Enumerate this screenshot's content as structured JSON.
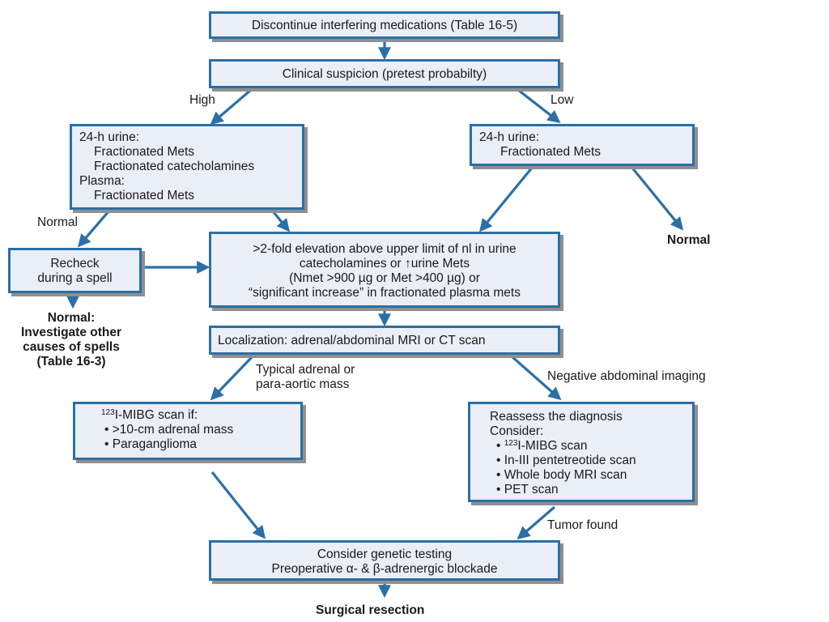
{
  "boxes": {
    "discontinue": {
      "text": "Discontinue interfering medications (Table 16-5)"
    },
    "clinical": {
      "text": "Clinical suspicion (pretest probabilty)"
    },
    "high_tests": {
      "lines": [
        "24-h urine:",
        "Fractionated Mets",
        "Fractionated catecholamines",
        "Plasma:",
        "Fractionated Mets"
      ]
    },
    "low_tests": {
      "lines": [
        "24-h urine:",
        "Fractionated Mets"
      ]
    },
    "recheck": {
      "lines": [
        "Recheck",
        "during a spell"
      ]
    },
    "elevation": {
      "lines": [
        ">2-fold elevation above upper limit of nl in urine",
        "catecholamines or ↑urine Mets",
        "(Nmet >900 µg or Met >400 µg) or",
        "“significant increase” in fractionated plasma mets"
      ]
    },
    "localization": {
      "text": "Localization: adrenal/abdominal MRI or CT scan"
    },
    "mibg": {
      "sup": "123",
      "title_rest": "I-MIBG scan if:",
      "items": [
        "• >10-cm adrenal mass",
        "• Paraganglioma"
      ]
    },
    "reassess": {
      "lines": [
        "Reassess the diagnosis",
        "Consider:"
      ],
      "item1_prefix": "• ",
      "item1_sup": "123",
      "item1_rest": "I-MIBG scan",
      "items": [
        "• In-III pentetreotide scan",
        "• Whole body MRI scan",
        "• PET scan"
      ]
    },
    "genetic": {
      "lines": [
        "Consider genetic testing",
        "Preoperative α- & β-adrenergic blockade"
      ]
    }
  },
  "labels": {
    "high": "High",
    "low": "Low",
    "normal_left": "Normal",
    "normal_right": "Normal",
    "normal_investigate": [
      "Normal:",
      "Investigate other",
      "causes of spells",
      "(Table 16-3)"
    ],
    "typical_mass": [
      "Typical adrenal or",
      "para-aortic mass"
    ],
    "negative_imaging": "Negative abdominal imaging",
    "tumor_found": "Tumor found",
    "surgical": "Surgical resection"
  },
  "colors": {
    "box_border": "#2b6fa6",
    "box_fill": "#e9eef7",
    "arrow": "#2b6fa6",
    "shadow": "#8f8f8f"
  }
}
